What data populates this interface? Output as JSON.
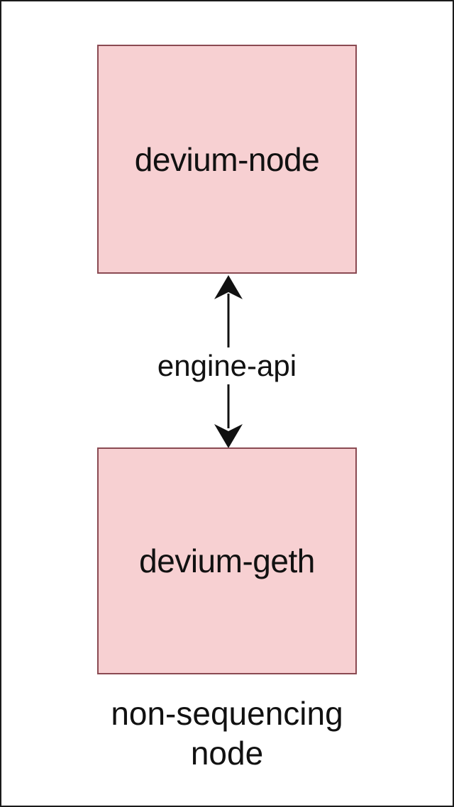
{
  "nodes": {
    "top_label": "devium-node",
    "bottom_label": "devium-geth"
  },
  "edge": {
    "label": "engine-api"
  },
  "caption": {
    "line1": "non-sequencing",
    "line2": "node"
  },
  "colors": {
    "box_fill": "#f7d0d2",
    "box_border": "#8a4a52",
    "text": "#111111"
  }
}
